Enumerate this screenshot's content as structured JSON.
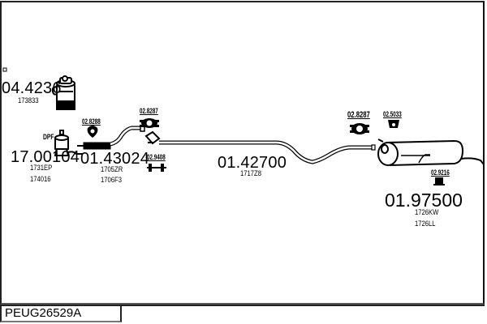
{
  "diagram": {
    "reference": "PEUG26529A",
    "parts": [
      {
        "id": "catalyst",
        "number": "04.4236",
        "oe_refs": [
          "173833"
        ],
        "label": ""
      },
      {
        "id": "dpf",
        "number": "17.00104",
        "oe_refs": [
          "1731EP",
          "174016"
        ],
        "label": "DPF"
      },
      {
        "id": "front-pipe",
        "number": "01.43024",
        "oe_refs": [
          "1705ZR",
          "1706F3"
        ]
      },
      {
        "id": "middle-pipe",
        "number": "01.42700",
        "oe_refs": [
          "1717Z8"
        ]
      },
      {
        "id": "rear-silencer",
        "number": "01.97500",
        "oe_refs": [
          "1726KW",
          "1726LL"
        ]
      }
    ],
    "accessories": [
      {
        "id": "gasket-dpf",
        "number": "02.8288"
      },
      {
        "id": "clamp-front",
        "number": "02.8287"
      },
      {
        "id": "hanger-front",
        "number": "02.9408"
      },
      {
        "id": "clamp-rear",
        "number": "02.8287"
      },
      {
        "id": "rubber-rear",
        "number": "02.5033"
      },
      {
        "id": "hanger-rear",
        "number": "02.9216"
      }
    ]
  }
}
